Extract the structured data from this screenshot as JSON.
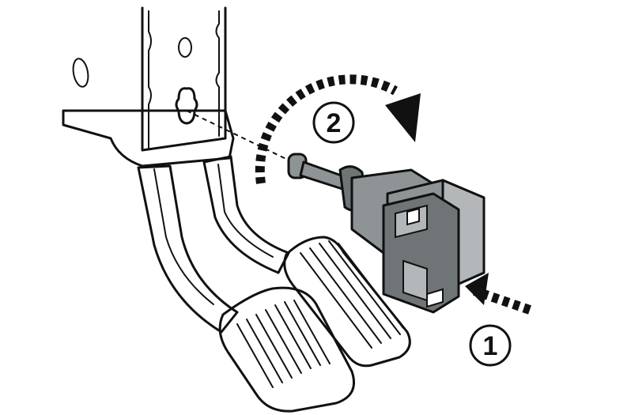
{
  "illustration": {
    "subject": "",
    "callouts": [
      {
        "id": "1",
        "label": "1"
      },
      {
        "id": "2",
        "label": "2"
      }
    ],
    "colors": {
      "ink": "#111111",
      "switch_body": "#8e9396",
      "switch_dark": "#6f7477",
      "switch_light": "#b3b7ba",
      "background": "#ffffff"
    }
  }
}
